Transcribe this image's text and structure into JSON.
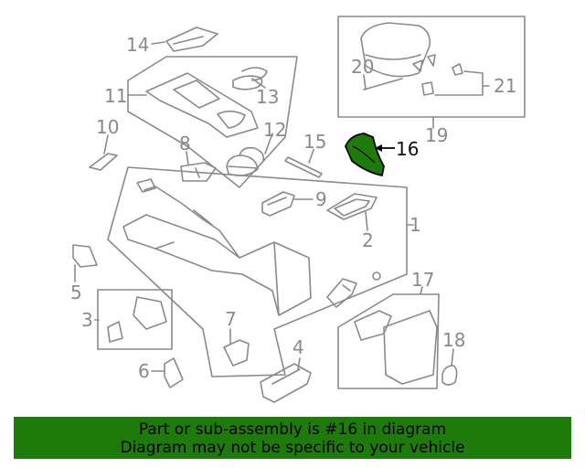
{
  "callouts": {
    "c1": "1",
    "c2": "2",
    "c3": "3",
    "c4": "4",
    "c5": "5",
    "c6": "6",
    "c7": "7",
    "c8": "8",
    "c9": "9",
    "c10": "10",
    "c11": "11",
    "c12": "12",
    "c13": "13",
    "c14": "14",
    "c15": "15",
    "c16": "16",
    "c17": "17",
    "c18": "18",
    "c19": "19",
    "c20": "20",
    "c21": "21"
  },
  "highlight_part": "16",
  "colors": {
    "highlight_fill": "#1f7a0c",
    "banner_bg": "#1f7a0c",
    "line": "#8a8a8a"
  },
  "banner": {
    "line1": "Part or sub-assembly is #16 in diagram",
    "line2": "Diagram may not be specific to your vehicle"
  }
}
